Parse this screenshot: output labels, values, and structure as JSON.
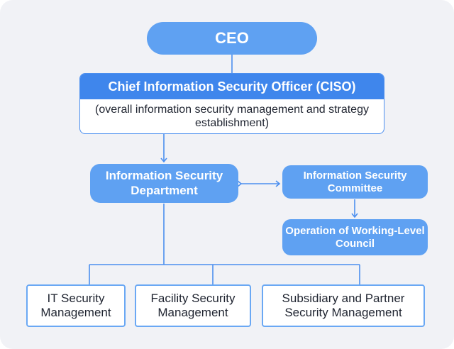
{
  "diagram": {
    "ceo": "CEO",
    "ciso": {
      "title": "Chief Information Security Officer (CISO)",
      "description": "(overall information security management and strategy establishment)"
    },
    "department": "Information Security Department",
    "committee": "Information Security Committee",
    "working_council": "Operation of Working-Level Council",
    "units": [
      "IT Security Management",
      "Facility Security Management",
      "Subsidiary and Partner Security Management"
    ]
  },
  "colors": {
    "accent": "#5fa1f2",
    "ciso_header": "#3f86ec",
    "line": "#4c8fef",
    "background": "#f1f2f6"
  }
}
